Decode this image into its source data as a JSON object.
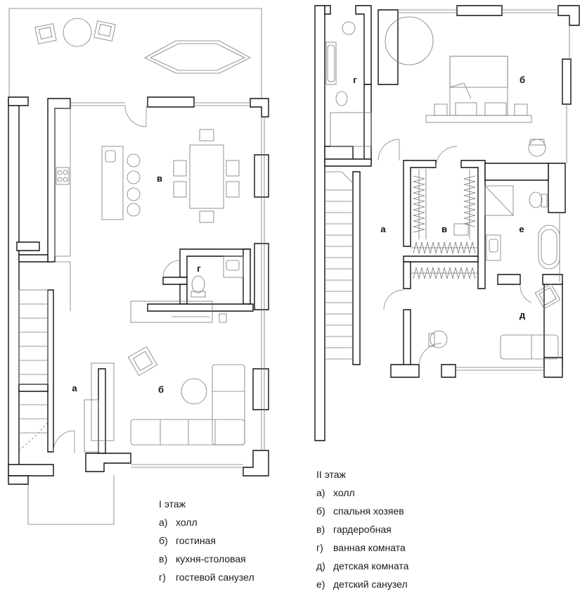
{
  "floor1": {
    "title": "I этаж",
    "rooms": [
      {
        "marker": "а)",
        "name": "холл",
        "label": "а"
      },
      {
        "marker": "б)",
        "name": "гостиная",
        "label": "б"
      },
      {
        "marker": "в)",
        "name": "кухня-столовая",
        "label": "в"
      },
      {
        "marker": "г)",
        "name": "гостевой санузел",
        "label": "г"
      }
    ]
  },
  "floor2": {
    "title": "II этаж",
    "rooms": [
      {
        "marker": "а)",
        "name": "холл",
        "label": "а"
      },
      {
        "marker": "б)",
        "name": "спальня хозяев",
        "label": "б"
      },
      {
        "marker": "в)",
        "name": "гардеробная",
        "label": "в"
      },
      {
        "marker": "г)",
        "name": "ванная комната",
        "label": "г"
      },
      {
        "marker": "д)",
        "name": "детская комната",
        "label": "д"
      },
      {
        "marker": "е)",
        "name": "детский санузел",
        "label": "е"
      }
    ]
  }
}
